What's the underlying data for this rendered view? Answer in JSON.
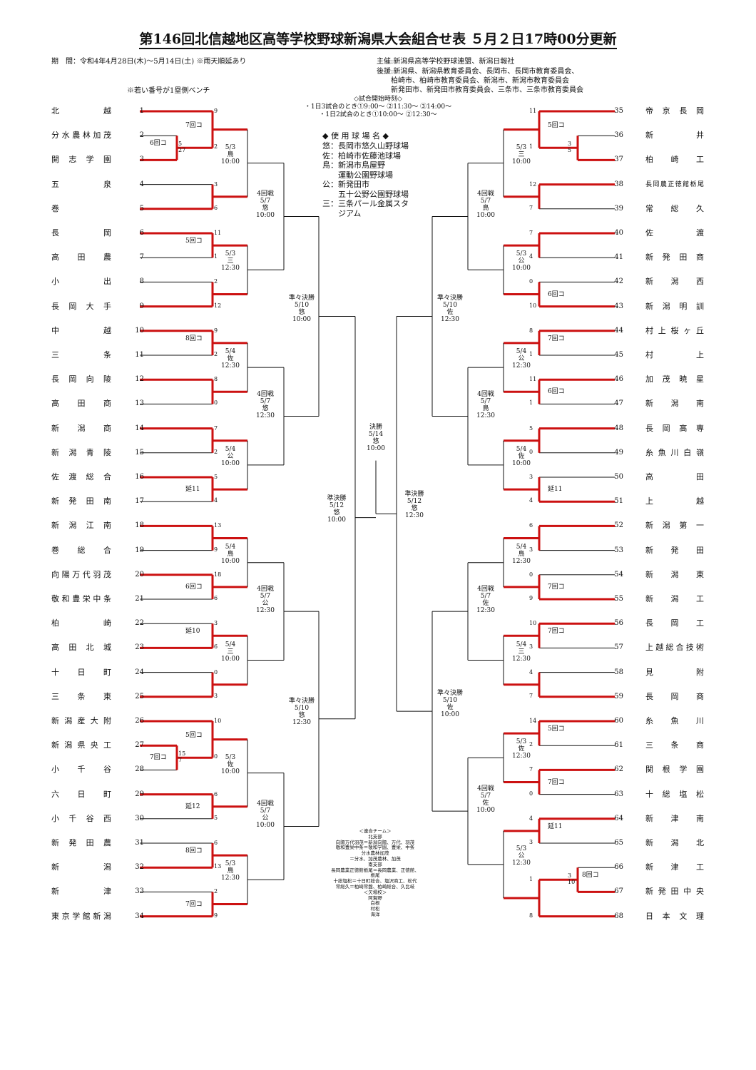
{
  "title": "第146回北信越地区高等学校野球新潟県大会組合せ表 ５月２日17時00分更新",
  "period": "期　間：令和4年4月28日(木)～5月14日(土) ※雨天順延あり",
  "bench_note": "※若い番号が1塁側ベンチ",
  "organizers": "主催:新潟県高等学校野球連盟、新潟日報社",
  "sponsors": "後援:新潟県、新潟県教育委員会、長岡市、長岡市教育委員会、\n　　柏崎市、柏崎市教育委員会、新潟市、新潟市教育委員会\n　　新発田市、新発田市教育委員会、三条市、三条市教育委員会",
  "start_times": "◇試合開始時刻◇\n・1日3試合のとき①9:00～ ②11:30～ ③14:00～\n・1日2試合のとき①10:00～ ②12:30～",
  "venue_title": "◆ 使 用 球 場 名 ◆",
  "venues": "悠：長岡市悠久山野球場\n佐：柏崎市佐藤池球場\n鳥：新潟市鳥屋野\n　　運動公園野球場\n公：新発田市\n　　五十公野公園野球場\n三：三条パール金属スタ\n　　ジアム",
  "combined_teams": "＜連合チーム＞\n北支部\n向陽万代羽茂＝新潟向陽、万代、羽茂\n敬和豊栄中条＝敬和学園、豊栄、中条\n分水農林加茂\n＝分水、加茂農林、加茂\n南支部\n長岡農業正徳館栃尾＝長岡農業、正徳館、\n栃尾\n十総塩松＝十日町総合、塩沢商工、松代\n常総久＝柏崎常盤、柏崎総合、久比岐\n＜欠場校＞\n阿賀野\n白根\n村松\n海洋",
  "left_teams": [
    "北越",
    "分水農林加茂",
    "開志学園",
    "五泉",
    "巻",
    "長岡",
    "高田農",
    "小出",
    "長岡大手",
    "中越",
    "三条",
    "長岡向陵",
    "高田商",
    "新潟商",
    "新潟青陵",
    "佐渡総合",
    "新発田南",
    "新潟江南",
    "巻総合",
    "向陽万代羽茂",
    "敬和豊栄中条",
    "柏崎",
    "高田北城",
    "十日町",
    "三条東",
    "新潟産大附",
    "新潟県央工",
    "小千谷",
    "六日町",
    "小千谷西",
    "新発田農",
    "新潟",
    "新津",
    "東京学館新潟"
  ],
  "right_teams": [
    "帝京長岡",
    "新井",
    "柏崎工",
    "長岡農正徳館栃尾",
    "常総久",
    "佐渡",
    "新発田商",
    "新潟西",
    "新潟明訓",
    "村上桜ヶ丘",
    "村上",
    "加茂暁星",
    "新潟南",
    "長岡高専",
    "糸魚川白嶺",
    "高田",
    "上越",
    "新潟第一",
    "新発田",
    "新潟東",
    "新潟工",
    "長岡工",
    "上越総合技術",
    "見附",
    "長岡商",
    "糸魚川",
    "三条商",
    "関根学園",
    "十総塩松",
    "新津南",
    "新潟北",
    "新津工",
    "新発田中央",
    "日本文理"
  ],
  "left_seeds": [
    "1",
    "2",
    "3",
    "4",
    "5",
    "6",
    "7",
    "8",
    "9",
    "10",
    "11",
    "12",
    "13",
    "14",
    "15",
    "16",
    "17",
    "18",
    "19",
    "20",
    "21",
    "22",
    "23",
    "24",
    "25",
    "26",
    "27",
    "28",
    "29",
    "30",
    "31",
    "32",
    "33",
    "34"
  ],
  "right_seeds": [
    "35",
    "36",
    "37",
    "38",
    "39",
    "40",
    "41",
    "42",
    "43",
    "44",
    "45",
    "46",
    "47",
    "48",
    "49",
    "50",
    "51",
    "52",
    "53",
    "54",
    "55",
    "56",
    "57",
    "58",
    "59",
    "60",
    "61",
    "62",
    "63",
    "64",
    "65",
    "66",
    "67",
    "68"
  ],
  "r2_left": [
    {
      "date": "5/3",
      "venue": "鳥",
      "time": "10:00",
      "t": "9",
      "b": "2",
      "note": "7回コ"
    },
    {
      "date": "5/3",
      "venue": "三",
      "time": "12:30",
      "t": "11",
      "b": "1",
      "note": "5回コ"
    },
    {
      "date": "5/4",
      "venue": "佐",
      "time": "12:30",
      "t": "9",
      "b": "2",
      "note": "8回コ"
    },
    {
      "date": "5/4",
      "venue": "公",
      "time": "10:00",
      "t": "7",
      "b": "2",
      "note": ""
    },
    {
      "date": "5/4",
      "venue": "鳥",
      "time": "10:00",
      "t": "13",
      "b": "9",
      "note": ""
    },
    {
      "date": "5/4",
      "venue": "三",
      "time": "10:00",
      "t": "3",
      "b": "6",
      "note": "延10"
    },
    {
      "date": "5/3",
      "venue": "佐",
      "time": "10:00",
      "t": "10",
      "b": "0",
      "note": "5回コ"
    },
    {
      "date": "5/3",
      "venue": "鳥",
      "time": "12:30",
      "t": "6",
      "b": "13",
      "note": "8回コ"
    }
  ],
  "r2b_left": [
    {
      "t": "3",
      "b": "6",
      "note": ""
    },
    {
      "t": "2",
      "b": "12",
      "note": ""
    },
    {
      "t": "8",
      "b": "0",
      "note": ""
    },
    {
      "t": "5",
      "b": "4",
      "note": "延11"
    },
    {
      "t": "18",
      "b": "6",
      "note": "6回コ"
    },
    {
      "t": "0",
      "b": "3",
      "note": ""
    },
    {
      "t": "6",
      "b": "5",
      "note": "延12"
    },
    {
      "t": "2",
      "b": "9",
      "note": "7回コ"
    }
  ],
  "r2_right": [
    {
      "date": "5/3",
      "venue": "三",
      "time": "10:00",
      "t": "11",
      "b": "1",
      "note": "5回コ"
    },
    {
      "date": "5/3",
      "venue": "公",
      "time": "10:00",
      "t": "7",
      "b": "4",
      "note": ""
    },
    {
      "date": "5/4",
      "venue": "公",
      "time": "12:30",
      "t": "8",
      "b": "1",
      "note": "7回コ"
    },
    {
      "date": "5/4",
      "venue": "佐",
      "time": "10:00",
      "t": "5",
      "b": "0",
      "note": ""
    },
    {
      "date": "5/4",
      "venue": "鳥",
      "time": "12:30",
      "t": "6",
      "b": "3",
      "note": ""
    },
    {
      "date": "5/4",
      "venue": "三",
      "time": "12:30",
      "t": "10",
      "b": "3",
      "note": "7回コ"
    },
    {
      "date": "5/3",
      "venue": "佐",
      "time": "12:30",
      "t": "14",
      "b": "2",
      "note": "5回コ"
    },
    {
      "date": "5/3",
      "venue": "公",
      "time": "12:30",
      "t": "4",
      "b": "3",
      "note": "延11"
    }
  ],
  "r2b_right": [
    {
      "t": "12",
      "b": "7",
      "note": ""
    },
    {
      "t": "0",
      "b": "10",
      "note": "6回コ"
    },
    {
      "t": "11",
      "b": "1",
      "note": "6回コ"
    },
    {
      "t": "3",
      "b": "4",
      "note": "延11"
    },
    {
      "t": "0",
      "b": "9",
      "note": "7回コ"
    },
    {
      "t": "4",
      "b": "7",
      "note": ""
    },
    {
      "t": "7",
      "b": "0",
      "note": "7回コ"
    },
    {
      "t": "1",
      "b": "8",
      "note": ""
    }
  ],
  "r1_left_a": {
    "t": "5",
    "b": "27",
    "note": "6回コ"
  },
  "r1_left_b": {
    "t": "15",
    "b": "7",
    "note": "7回コ"
  },
  "r1_right_a": {
    "t": "3",
    "b": "5"
  },
  "r1_right_b": {
    "t": "3",
    "b": "10",
    "note": "8回コ"
  },
  "r3_left": [
    {
      "label": "4回戦",
      "date": "5/7",
      "venue": "悠",
      "time": "10:00"
    },
    {
      "label": "4回戦",
      "date": "5/7",
      "venue": "悠",
      "time": "12:30"
    },
    {
      "label": "4回戦",
      "date": "5/7",
      "venue": "公",
      "time": "12:30"
    },
    {
      "label": "4回戦",
      "date": "5/7",
      "venue": "公",
      "time": "10:00"
    }
  ],
  "r3_right": [
    {
      "label": "4回戦",
      "date": "5/7",
      "venue": "鳥",
      "time": "10:00"
    },
    {
      "label": "4回戦",
      "date": "5/7",
      "venue": "鳥",
      "time": "12:30"
    },
    {
      "label": "4回戦",
      "date": "5/7",
      "venue": "佐",
      "time": "12:30"
    },
    {
      "label": "4回戦",
      "date": "5/7",
      "venue": "佐",
      "time": "10:00"
    }
  ],
  "qf_left": [
    {
      "label": "準々決勝",
      "date": "5/10",
      "venue": "悠",
      "time": "10:00"
    },
    {
      "label": "準々決勝",
      "date": "5/10",
      "venue": "悠",
      "time": "12:30"
    }
  ],
  "qf_right": [
    {
      "label": "準々決勝",
      "date": "5/10",
      "venue": "佐",
      "time": "12:30"
    },
    {
      "label": "準々決勝",
      "date": "5/10",
      "venue": "佐",
      "time": "10:00"
    }
  ],
  "sf_left": {
    "label": "準決勝",
    "date": "5/12",
    "venue": "悠",
    "time": "10:00"
  },
  "sf_right": {
    "label": "準決勝",
    "date": "5/12",
    "venue": "悠",
    "time": "12:30"
  },
  "final": {
    "label": "決勝",
    "date": "5/14",
    "venue": "悠",
    "time": "10:00"
  },
  "colors": {
    "win": "#cc1111",
    "line": "#111111"
  }
}
